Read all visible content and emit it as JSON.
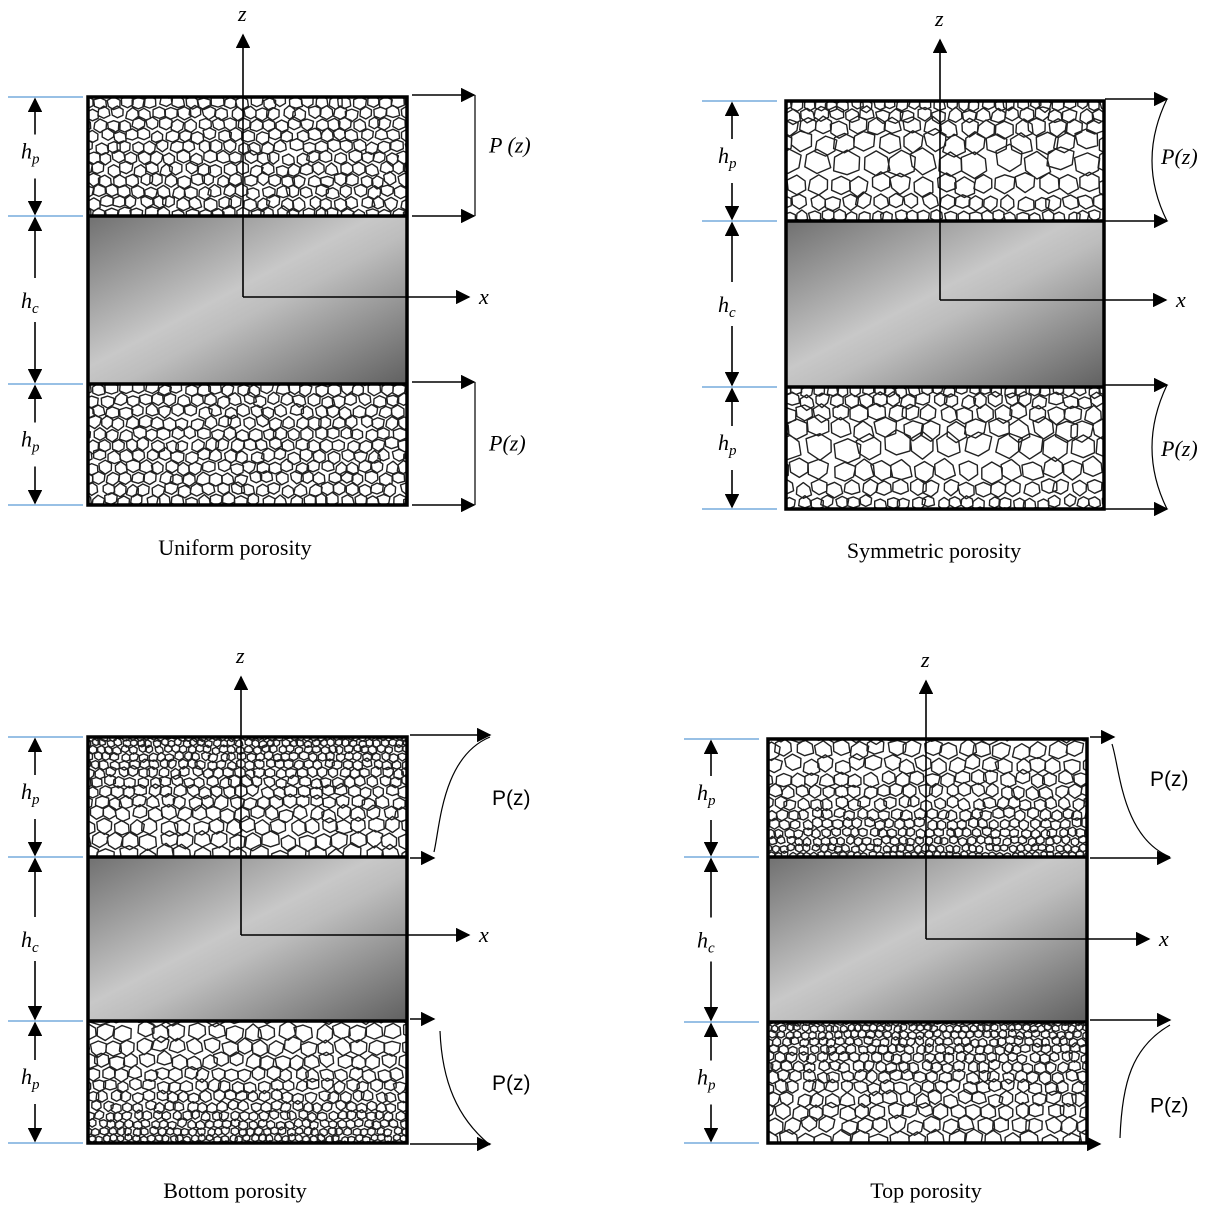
{
  "panels": [
    {
      "caption": "Uniform porosity",
      "top_mode": "uniform",
      "bottom_mode": "uniform",
      "profile": "straight",
      "p_top": "P (z)",
      "p_bottom": "P(z)",
      "p_style": "italic"
    },
    {
      "caption": "Symmetric porosity",
      "top_mode": "symmetric",
      "bottom_mode": "symmetric",
      "profile": "symmetric",
      "p_top": "P(z)",
      "p_bottom": "P(z)",
      "p_style": "italic"
    },
    {
      "caption": "Bottom porosity",
      "top_mode": "fine-top",
      "bottom_mode": "fine-bottom",
      "profile": "bottom",
      "p_top": "P(z)",
      "p_bottom": "P(z)",
      "p_style": "sans"
    },
    {
      "caption": "Top porosity",
      "top_mode": "fine-bottom",
      "bottom_mode": "fine-top",
      "profile": "top",
      "p_top": "P(z)",
      "p_bottom": "P(z)",
      "p_style": "sans"
    }
  ],
  "labels": {
    "z_axis": "z",
    "x_axis": "x",
    "h_p_main": "h",
    "h_p_sub": "p",
    "h_c_main": "h",
    "h_c_sub": "c"
  },
  "colors": {
    "line": "#000000",
    "guide": "#5b9bd5",
    "core_light": "#d4d4d4",
    "core_dark": "#5e5e5e"
  }
}
